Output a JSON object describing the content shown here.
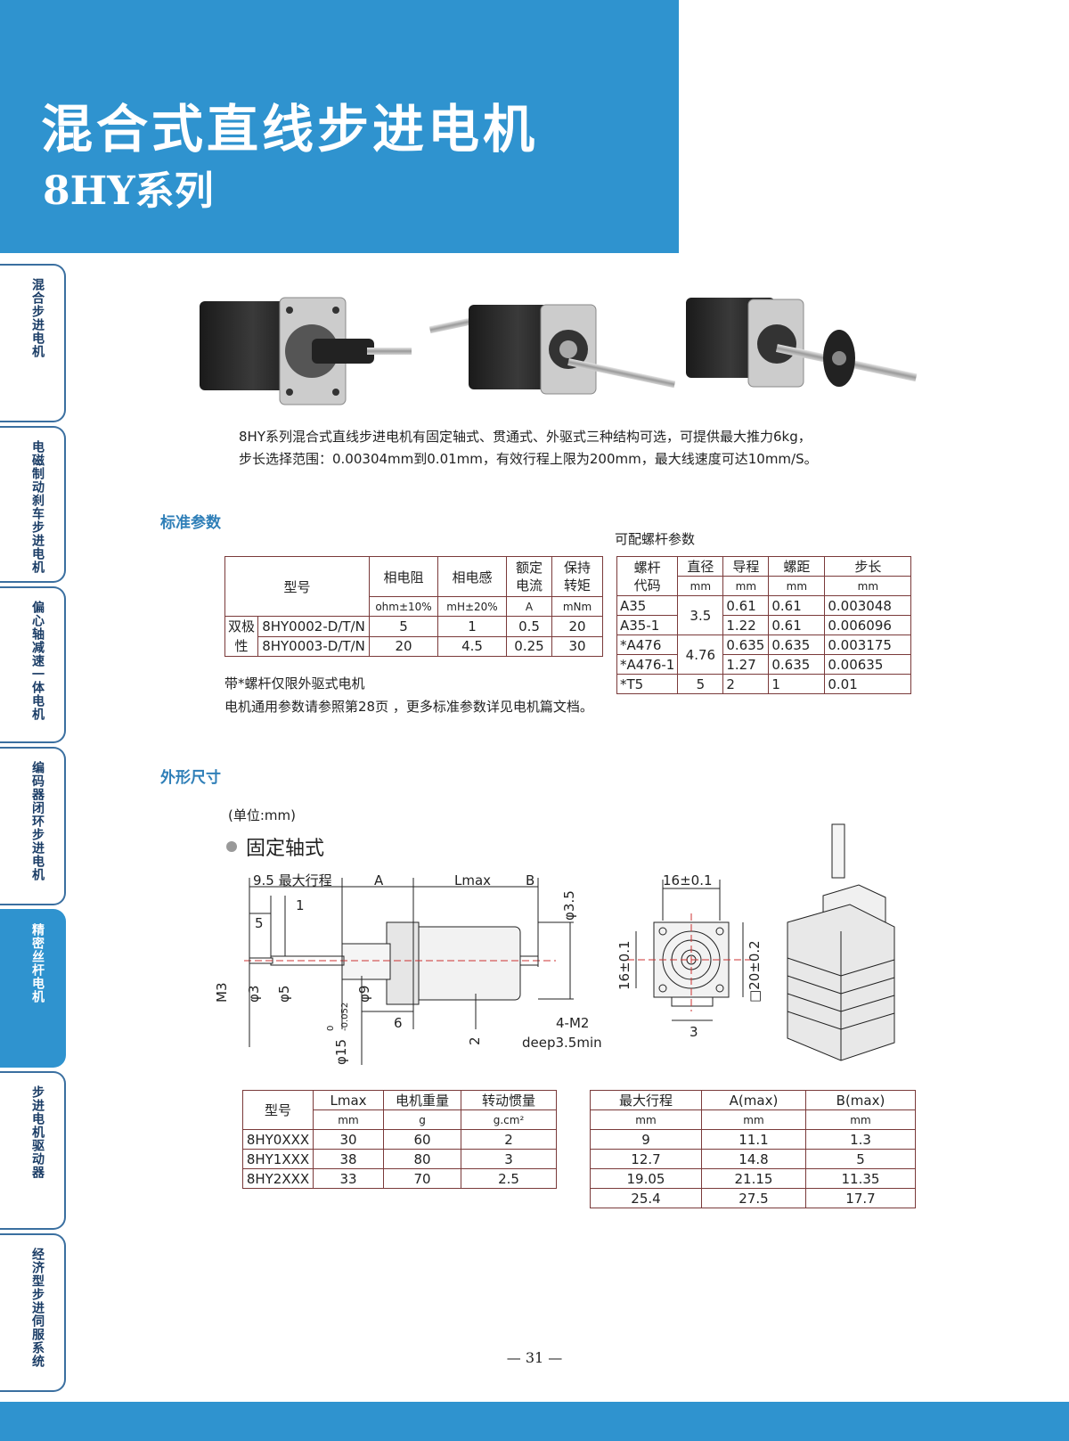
{
  "header": {
    "title": "混合式直线步进电机",
    "subtitle": "8HY系列"
  },
  "sidebar": {
    "tabs": [
      {
        "label": "混合步进电机"
      },
      {
        "label": "电磁制动刹车步进电机"
      },
      {
        "label": "偏心轴减速一体电机"
      },
      {
        "label": "编码器闭环步进电机"
      },
      {
        "label": "精密丝杆电机",
        "active": true
      },
      {
        "label": "步进电机驱动器"
      },
      {
        "label": "经济型步进伺服系统"
      }
    ]
  },
  "intro": {
    "line1": "8HY系列混合式直线步进电机有固定轴式、贯通式、外驱式三种结构可选，可提供最大推力6kg，",
    "line2": "步长选择范围：0.00304mm到0.01mm，有效行程上限为200mm，最大线速度可达10mm/S。"
  },
  "std_params": {
    "heading": "标准参数",
    "headers": {
      "model": "型号",
      "resistance": "相电阻",
      "inductance": "相电感",
      "current_1": "额定",
      "current_2": "电流",
      "torque_1": "保持",
      "torque_2": "转矩"
    },
    "units": {
      "resistance": "ohm±10%",
      "inductance": "mH±20%",
      "current": "A",
      "torque": "mNm"
    },
    "group_label_1": "双极",
    "group_label_2": "性",
    "rows": [
      {
        "model": "8HY0002-D/T/N",
        "resistance": "5",
        "inductance": "1",
        "current": "0.5",
        "torque": "20"
      },
      {
        "model": "8HY0003-D/T/N",
        "resistance": "20",
        "inductance": "4.5",
        "current": "0.25",
        "torque": "30"
      }
    ],
    "note1": "带*螺杆仅限外驱式电机",
    "note2": "电机通用参数请参照第28页 ，更多标准参数详见电机篇文档。"
  },
  "screw_params": {
    "title": "可配螺杆参数",
    "headers": {
      "code_1": "螺杆",
      "code_2": "代码",
      "dia": "直径",
      "lead": "导程",
      "pitch": "螺距",
      "step": "步长"
    },
    "unit": "mm",
    "rows": [
      {
        "code": "A35",
        "dia": "3.5",
        "lead": "0.61",
        "pitch": "0.61",
        "step": "0.003048"
      },
      {
        "code": "A35-1",
        "lead": "1.22",
        "pitch": "0.61",
        "step": "0.006096"
      },
      {
        "code": "*A476",
        "dia": "4.76",
        "lead": "0.635",
        "pitch": "0.635",
        "step": "0.003175"
      },
      {
        "code": "*A476-1",
        "lead": "1.27",
        "pitch": "0.635",
        "step": "0.00635"
      },
      {
        "code": "*T5",
        "dia": "5",
        "lead": "2",
        "pitch": "1",
        "step": "0.01"
      }
    ]
  },
  "dimensions": {
    "heading": "外形尺寸",
    "unit_note": "(单位:mm)",
    "subheading": "固定轴式",
    "labels": {
      "stroke": "9.5 最大行程",
      "a": "A",
      "lmax": "Lmax",
      "b": "B",
      "d1": "1",
      "d5": "5",
      "m3": "M3",
      "phi3": "φ3",
      "phi5": "φ5",
      "phi9": "φ9",
      "phi15": "φ15",
      "tol_top": "0",
      "tol_bot": "-0.052",
      "d6": "6",
      "d2": "2",
      "phi35": "φ3.5",
      "sq16": "16±0.1",
      "sq16v": "16±0.1",
      "sq20": "□20±0.2",
      "d3": "3",
      "m2": "4-M2",
      "deep": "deep3.5min"
    }
  },
  "model_table": {
    "headers": {
      "model": "型号",
      "lmax": "Lmax",
      "weight": "电机重量",
      "inertia": "转动惯量"
    },
    "units": {
      "lmax": "mm",
      "weight": "g",
      "inertia": "g.cm²"
    },
    "rows": [
      {
        "model": "8HY0XXX",
        "lmax": "30",
        "weight": "60",
        "inertia": "2"
      },
      {
        "model": "8HY1XXX",
        "lmax": "38",
        "weight": "80",
        "inertia": "3"
      },
      {
        "model": "8HY2XXX",
        "lmax": "33",
        "weight": "70",
        "inertia": "2.5"
      }
    ]
  },
  "stroke_table": {
    "headers": {
      "stroke": "最大行程",
      "a": "A(max)",
      "b": "B(max)"
    },
    "unit": "mm",
    "rows": [
      {
        "stroke": "9",
        "a": "11.1",
        "b": "1.3"
      },
      {
        "stroke": "12.7",
        "a": "14.8",
        "b": "5"
      },
      {
        "stroke": "19.05",
        "a": "21.15",
        "b": "11.35"
      },
      {
        "stroke": "25.4",
        "a": "27.5",
        "b": "17.7"
      }
    ]
  },
  "page_number": "— 31 —"
}
